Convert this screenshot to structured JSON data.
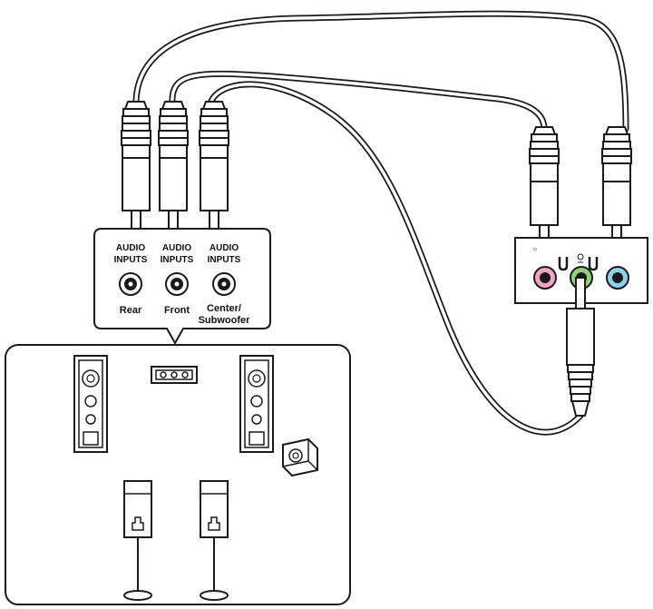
{
  "input_panel": {
    "ports": [
      {
        "title_line1": "AUDIO",
        "title_line2": "INPUTS",
        "name_line1": "Rear",
        "name_line2": ""
      },
      {
        "title_line1": "AUDIO",
        "title_line2": "INPUTS",
        "name_line1": "Front",
        "name_line2": ""
      },
      {
        "title_line1": "AUDIO",
        "title_line2": "INPUTS",
        "name_line1": "Center/",
        "name_line2": "Subwoofer"
      }
    ]
  },
  "jack_colors": {
    "pink": "#f2a3c6",
    "green": "#8fd07a",
    "blue": "#8ecff0"
  },
  "colors": {
    "line": "#1a1a1a",
    "background": "#ffffff"
  }
}
